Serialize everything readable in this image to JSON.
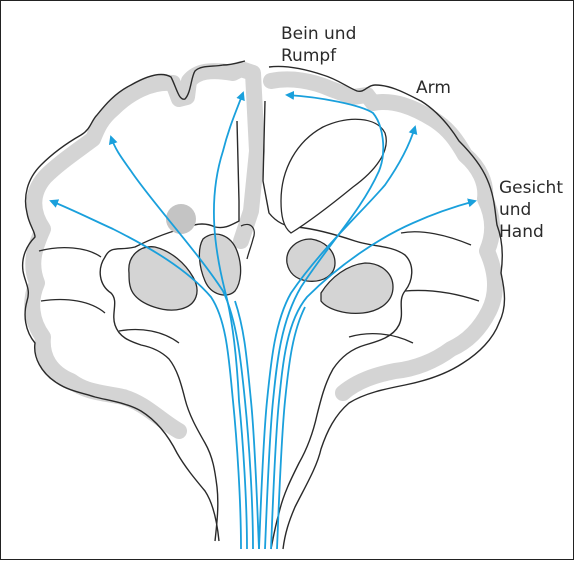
{
  "labels": {
    "bein_und_rumpf": [
      "Bein und",
      "Rumpf"
    ],
    "arm": [
      "Arm"
    ],
    "gesicht_und_hand": [
      "Gesicht",
      "und",
      "Hand"
    ]
  },
  "colors": {
    "tract": "#1aa0dc",
    "gray_matter": "#d4d4d4",
    "outline": "#2a2a2a",
    "lesion": "#c4c4c4"
  }
}
